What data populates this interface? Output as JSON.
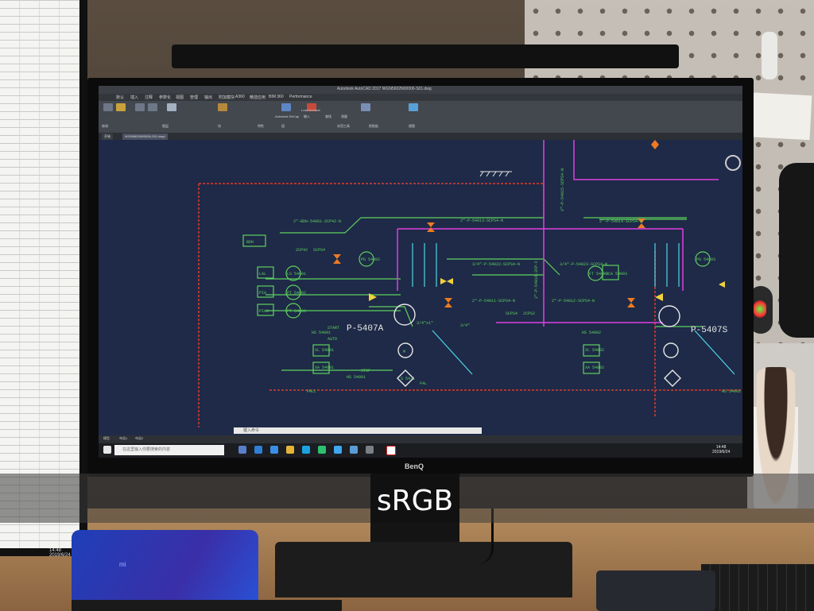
{
  "overlay": {
    "label": "sRGB"
  },
  "monitor": {
    "brand": "BenQ"
  },
  "phone": {
    "logo": "mi"
  },
  "left_monitor": {
    "clock": "14:48\n2019/6/24"
  },
  "autocad": {
    "title": "Autodesk AutoCAD 2017  WGN5602N00006-S01.dwg",
    "menus": [
      "默认",
      "插入",
      "注释",
      "参数化",
      "视图",
      "管理",
      "输出",
      "附加模块",
      "A360",
      "精选应用",
      "BIM 360",
      "Performance"
    ],
    "ribbon_groups": [
      "修改",
      "图层",
      "块",
      "特性",
      "组",
      "实用工具",
      "剪贴板",
      "视图"
    ],
    "ribbon_labels": [
      "Autodesk ReCap",
      "输入",
      "查找",
      "测量",
      "Load Acrobat"
    ],
    "file_tabs": [
      "开始",
      "WGN5602N00006-S01.dwg*"
    ],
    "command_placeholder": "键入命令",
    "layout_tabs": [
      "模型",
      "布局1",
      "布局2"
    ],
    "taskbar_search": "在这里输入你要搜索的内容",
    "taskbar_clock": "14:48\n2019/6/24"
  },
  "pid": {
    "equipment": [
      "P-5407A",
      "P-5407S"
    ],
    "lines": [
      "2\"-BDH-54001-2CP42-N",
      "2\"-P-54013-SCPS4-N",
      "2\"-P-54014-SCPS4-N",
      "3/4\"-P-54022-SCPS4-N",
      "3/4\"-P-54023-SCPS4-N",
      "2\"-P-54011-SCPS4-N",
      "2\"-P-54012-SCPS4-N",
      "2\"-P-54015-SCPS4-N",
      "2\"-P-54016-2CP-C"
    ],
    "tags": [
      "LAL",
      "PIA",
      "PIAS",
      "LS 54001",
      "PT 54002",
      "PT 54003",
      "PG 54002",
      "PG 54003",
      "FT 54003",
      "FICA 54003",
      "HS 54001",
      "XL 54001",
      "XA 54001",
      "HS 54002",
      "XL 54002",
      "XA 54002",
      "HS 54001",
      "HS 54002"
    ],
    "labels": [
      "BDH",
      "2CP42",
      "SCPS4",
      "START",
      "AUTO",
      "STOP",
      "FAL",
      "PALL",
      "M",
      "S 54-1",
      "SCPS4",
      "2CPS2",
      "3/4\"",
      "3/4\"x1\""
    ]
  }
}
